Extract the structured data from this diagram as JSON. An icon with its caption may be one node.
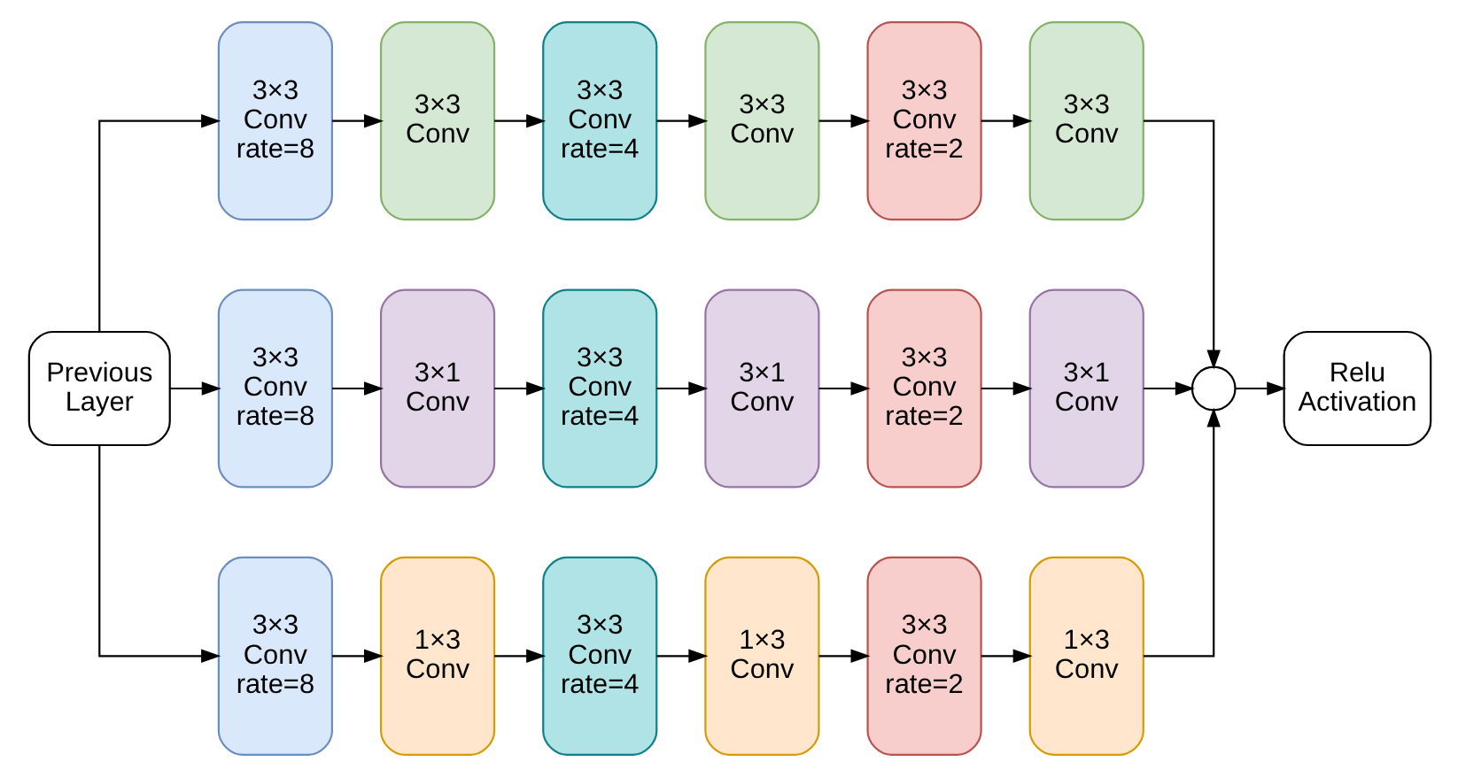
{
  "diagram": {
    "nodes": [
      {
        "text": [
          "Previous Layer"
        ]
      },
      {
        "text": [
          "3×3 Conv rate=8"
        ]
      },
      {
        "text": [
          "3×3 Conv"
        ]
      },
      {
        "text": [
          "3×3 Conv rate=4"
        ]
      },
      {
        "text": [
          "3×3 Conv"
        ]
      },
      {
        "text": [
          "3×3 Conv rate=2"
        ]
      },
      {
        "text": [
          "3×3 Conv"
        ]
      },
      {
        "text": [
          "3×3 Conv rate=8"
        ]
      },
      {
        "text": [
          "3×1 Conv"
        ]
      },
      {
        "text": [
          "3×3 Conv rate=4"
        ]
      },
      {
        "text": [
          "3×1 Conv"
        ]
      },
      {
        "text": [
          "3×3 Conv rate=2"
        ]
      },
      {
        "text": [
          "3×1 Conv"
        ]
      },
      {
        "text": [
          "3×3 Conv rate=8"
        ]
      },
      {
        "text": [
          "1×3 Conv"
        ]
      },
      {
        "text": [
          "3×3 Conv rate=4"
        ]
      },
      {
        "text": [
          "1×3 Conv"
        ]
      },
      {
        "text": [
          "3×3 Conv rate=2"
        ]
      },
      {
        "text": [
          "1×3 Conv"
        ]
      },
      {
        "text": [],
        "shape": "circle"
      },
      {
        "text": [
          "Relu Activation"
        ]
      }
    ],
    "edges": [
      {
        "from": 0,
        "to": 1,
        "arrow": "to"
      },
      {
        "from": 0,
        "to": 7,
        "arrow": "to"
      },
      {
        "from": 0,
        "to": 13,
        "arrow": "to"
      },
      {
        "from": 1,
        "to": 2,
        "arrow": "to"
      },
      {
        "from": 2,
        "to": 3,
        "arrow": "to"
      },
      {
        "from": 3,
        "to": 4,
        "arrow": "to"
      },
      {
        "from": 4,
        "to": 5,
        "arrow": "to"
      },
      {
        "from": 5,
        "to": 6,
        "arrow": "to"
      },
      {
        "from": 7,
        "to": 8,
        "arrow": "to"
      },
      {
        "from": 8,
        "to": 9,
        "arrow": "to"
      },
      {
        "from": 9,
        "to": 10,
        "arrow": "to"
      },
      {
        "from": 10,
        "to": 11,
        "arrow": "to"
      },
      {
        "from": 11,
        "to": 12,
        "arrow": "to"
      },
      {
        "from": 13,
        "to": 14,
        "arrow": "to"
      },
      {
        "from": 14,
        "to": 15,
        "arrow": "to"
      },
      {
        "from": 15,
        "to": 16,
        "arrow": "to"
      },
      {
        "from": 16,
        "to": 17,
        "arrow": "to"
      },
      {
        "from": 17,
        "to": 18,
        "arrow": "to"
      },
      {
        "from": 6,
        "to": 19,
        "arrow": "to"
      },
      {
        "from": 12,
        "to": 19,
        "arrow": "to"
      },
      {
        "from": 18,
        "to": 19,
        "arrow": "to"
      },
      {
        "from": 19,
        "to": 20,
        "arrow": "to"
      }
    ]
  }
}
